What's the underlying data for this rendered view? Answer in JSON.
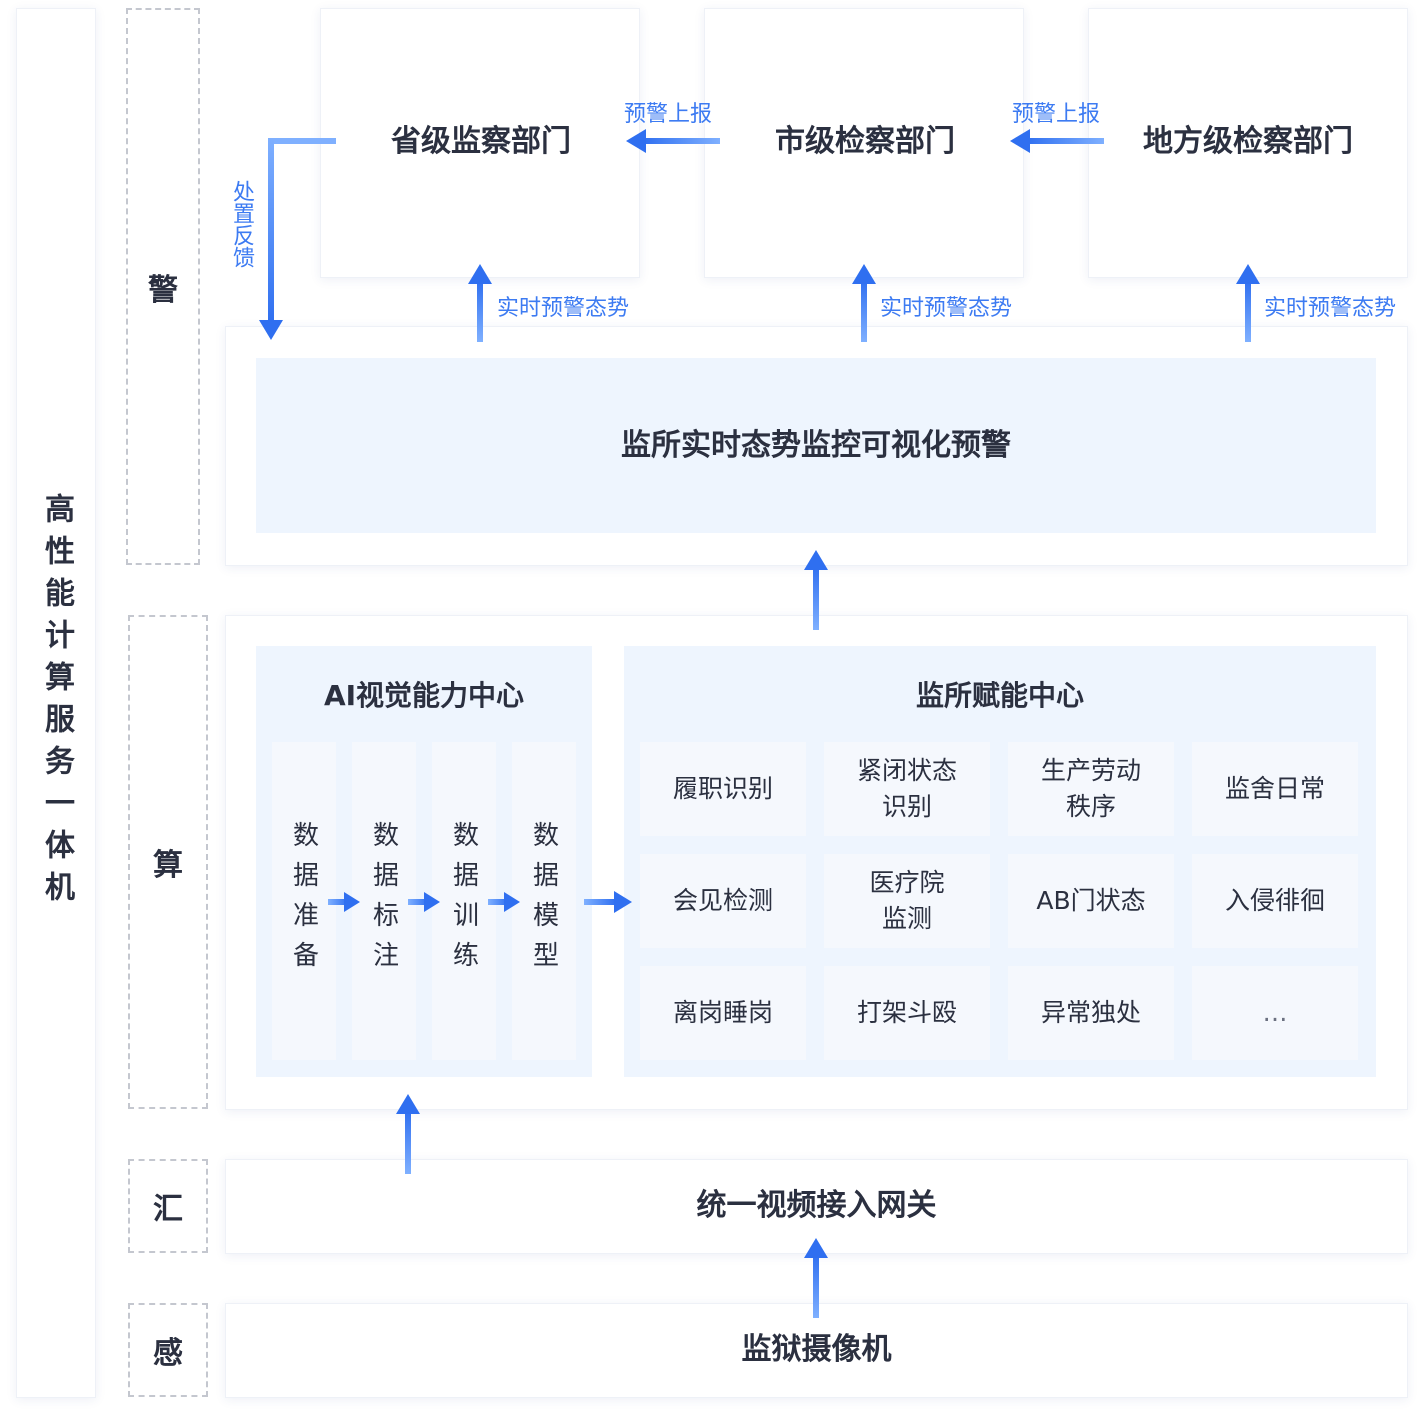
{
  "left_bar": {
    "label": "高性能计算服务一体机"
  },
  "layers": {
    "warn": "警",
    "compute": "算",
    "gather": "汇",
    "sense": "感"
  },
  "departments": [
    {
      "name": "省级监察部门"
    },
    {
      "name": "市级检察部门"
    },
    {
      "name": "地方级检察部门"
    }
  ],
  "flow_labels": {
    "report_1": "预警上报",
    "report_2": "预警上报",
    "feedback": "处置反馈",
    "situation_1": "实时预警态势",
    "situation_2": "实时预警态势",
    "situation_3": "实时预警态势"
  },
  "visualization": {
    "title": "监所实时态势监控可视化预警"
  },
  "ai_center": {
    "title": "AI视觉能力中心",
    "steps": [
      "数据准备",
      "数据标注",
      "数据训练",
      "数据模型"
    ]
  },
  "empower_center": {
    "title": "监所赋能中心",
    "capabilities": [
      [
        "履职识别"
      ],
      [
        "紧闭状态",
        "识别"
      ],
      [
        "生产劳动",
        "秩序"
      ],
      [
        "监舍日常"
      ],
      [
        "会见检测"
      ],
      [
        "医疗院",
        "监测"
      ],
      [
        "AB门状态"
      ],
      [
        "入侵徘徊"
      ],
      [
        "离岗睡岗"
      ],
      [
        "打架斗殴"
      ],
      [
        "异常独处"
      ],
      [
        "…"
      ]
    ]
  },
  "gateway": {
    "title": "统一视频接入网关"
  },
  "camera": {
    "title": "监狱摄像机"
  },
  "colors": {
    "accent": "#3d7bf2",
    "panel": "#eef5fe",
    "cell": "#f5f8fd"
  }
}
